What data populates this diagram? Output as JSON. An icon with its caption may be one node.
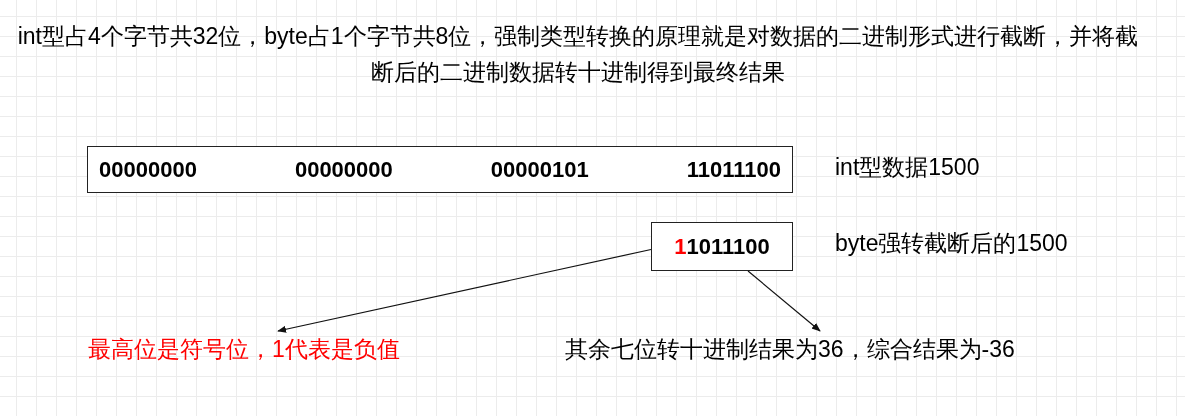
{
  "diagram": {
    "title": "int型占4个字节共32位，byte占1个字节共8位，强制类型转换的原理就是对数据的二进制形式进行截断，并将截断后的二进制数据转十进制得到最终结果",
    "nodes": [
      {
        "text": [
          "00000000",
          "00000000",
          "00000101",
          "11011100"
        ],
        "beside": [
          "int型数据1500"
        ]
      },
      {
        "text": [
          "1",
          "1011100"
        ],
        "beside": [
          "byte强转截断后的1500"
        ]
      },
      {
        "text": [
          "最高位是符号位，1代表是负值"
        ]
      },
      {
        "text": [
          "其余七位转十进制结果为36，综合结果为-36"
        ]
      }
    ],
    "edges": [
      {
        "from": 1,
        "to": 2,
        "arrow": "to"
      },
      {
        "from": 1,
        "to": 3,
        "arrow": "to"
      }
    ]
  }
}
